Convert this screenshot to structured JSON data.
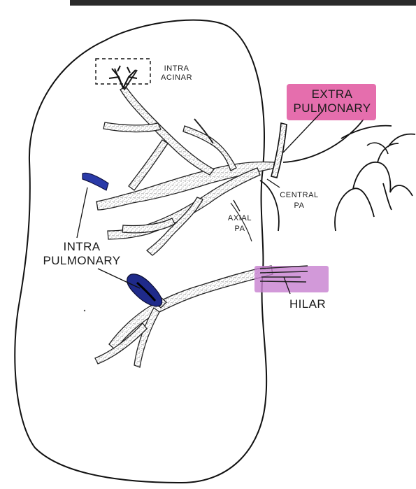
{
  "labels": {
    "intra_acinar": [
      "INTRA",
      "ACINAR"
    ],
    "extra_pulmonary": [
      "EXTRA",
      "PULMONARY"
    ],
    "central_pa": [
      "CENTRAL",
      "PA"
    ],
    "axial_pa": [
      "AXIAL",
      "PA"
    ],
    "intra_pulmonary": [
      "INTRA",
      "PULMONARY"
    ],
    "hilar": "HILAR"
  },
  "colors": {
    "extra_pulmonary_highlight": "#e0559f",
    "hilar_highlight": "#c77fd0",
    "intrapulmonary_marker": "#1f2a8a",
    "outline": "#111111",
    "vessel_stipple": "#555555"
  }
}
